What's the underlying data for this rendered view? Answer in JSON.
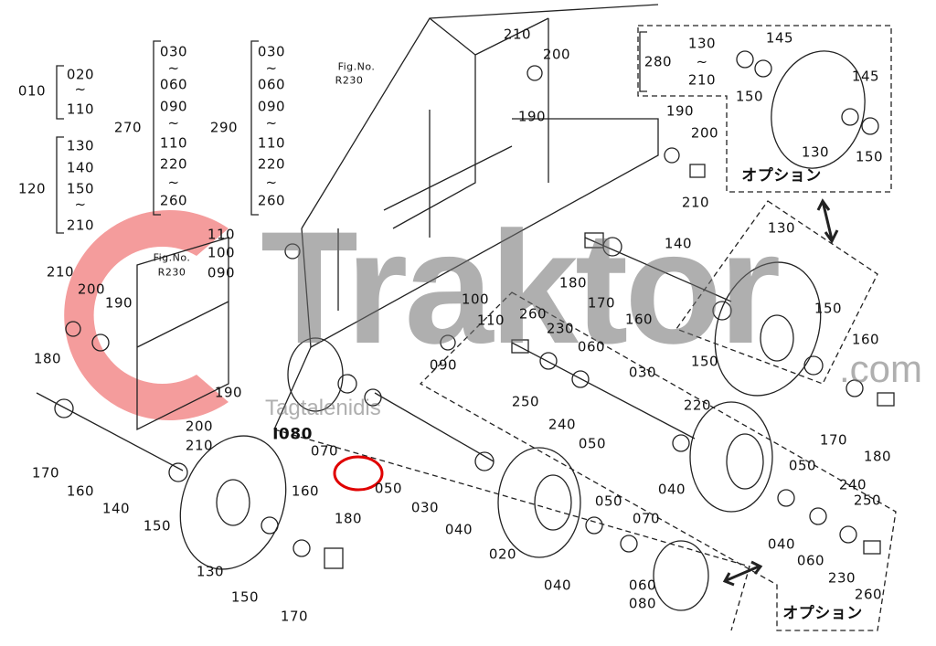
{
  "watermark": {
    "brand": "Traktor",
    "domain": ".com",
    "sub": "Tagtalenidis",
    "red": "#f28b8b",
    "gray": "#777777"
  },
  "highlight": {
    "part": "060",
    "color": "#e00000"
  },
  "labels": [
    "010",
    "020",
    "~",
    "110",
    "120",
    "130",
    "140",
    "150",
    "~",
    "210",
    "270",
    "030",
    "~",
    "060",
    "090",
    "~",
    "110",
    "220",
    "~",
    "260",
    "290",
    "030",
    "~",
    "060",
    "090",
    "~",
    "110",
    "220",
    "~",
    "260",
    "Fig.No.",
    "R230",
    "Fig.No.",
    "R230",
    "110",
    "100",
    "090",
    "210",
    "200",
    "190",
    "180",
    "170",
    "160",
    "140",
    "150",
    "130",
    "150",
    "170",
    "160",
    "180",
    "190",
    "200",
    "210",
    "I080",
    "070",
    "050",
    "030",
    "040",
    "020",
    "040",
    "050",
    "070",
    "060",
    "080",
    "100",
    "110",
    "090",
    "210",
    "200",
    "190",
    "190",
    "200",
    "210",
    "140",
    "180",
    "170",
    "160",
    "260",
    "230",
    "060",
    "250",
    "240",
    "050",
    "030",
    "040",
    "220",
    "130",
    "150",
    "150",
    "160",
    "170",
    "180",
    "050",
    "240",
    "250",
    "040",
    "060",
    "230",
    "260",
    "280",
    "130",
    "~",
    "210",
    "145",
    "150",
    "145",
    "130",
    "150",
    "オプション",
    "オプション"
  ]
}
